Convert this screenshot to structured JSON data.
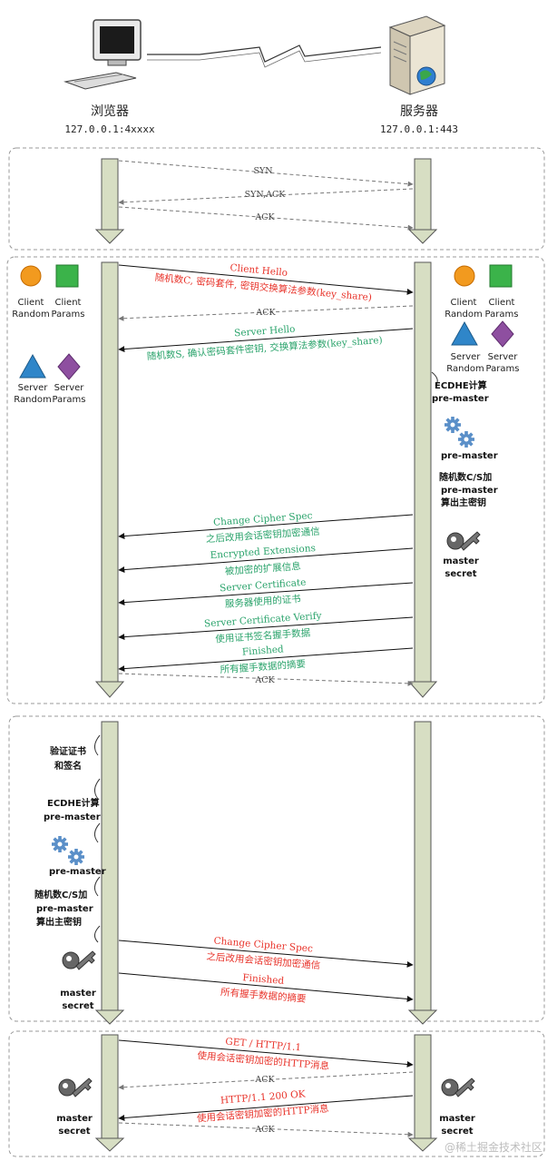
{
  "header": {
    "browser_label": "浏览器",
    "browser_addr": "127.0.0.1:4xxxx",
    "server_label": "服务器",
    "server_addr": "127.0.0.1:443"
  },
  "tcp": {
    "syn": "SYN",
    "synack": "SYN,ACK",
    "ack": "ACK"
  },
  "tls_server": {
    "client_random": "Client",
    "client_random2": "Random",
    "client_params": "Client",
    "client_params2": "Params",
    "server_random": "Server",
    "server_random2": "Random",
    "server_params": "Server",
    "server_params2": "Params",
    "client_hello": "Client Hello",
    "client_hello_desc": "随机数C, 密码套件, 密钥交换算法参数(key_share)",
    "ack1": "ACK",
    "server_hello": "Server Hello",
    "server_hello_desc": "随机数S, 确认密码套件密钥, 交换算法参数(key_share)",
    "ecdhe": "ECDHE计算",
    "pre_master": "pre-master",
    "pre_master2": "pre-master",
    "derive1": "随机数C/S加",
    "derive2": "pre-master",
    "derive3": "算出主密钥",
    "master": "master",
    "secret": "secret",
    "ccs": "Change Cipher Spec",
    "ccs_desc": "之后改用会话密钥加密通信",
    "ee": "Encrypted Extensions",
    "ee_desc": "被加密的扩展信息",
    "cert": "Server Certificate",
    "cert_desc": "服务器使用的证书",
    "cv": "Server Certificate Verify",
    "cv_desc": "使用证书签名握手数据",
    "fin": "Finished",
    "fin_desc": "所有握手数据的摘要",
    "ack2": "ACK"
  },
  "tls_client": {
    "verify1": "验证证书",
    "verify2": "和签名",
    "ecdhe": "ECDHE计算",
    "pre_master": "pre-master",
    "pre_master2": "pre-master",
    "derive1": "随机数C/S加",
    "derive2": "pre-master",
    "derive3": "算出主密钥",
    "master": "master",
    "secret": "secret",
    "ccs": "Change Cipher Spec",
    "ccs_desc": "之后改用会话密钥加密通信",
    "fin": "Finished",
    "fin_desc": "所有握手数据的摘要"
  },
  "http": {
    "c_master": "master",
    "c_secret": "secret",
    "s_master": "master",
    "s_secret": "secret",
    "get": "GET / HTTP/1.1",
    "get_desc": "使用会话密钥加密的HTTP消息",
    "ack1": "ACK",
    "resp": "HTTP/1.1 200 OK",
    "resp_desc": "使用会话密钥加密的HTTP消息",
    "ack2": "ACK"
  },
  "watermark": "@稀土掘金技术社区",
  "colors": {
    "red": "#e8332a",
    "green": "#2aa36b",
    "lifeline": "#d7dec3",
    "panel_border": "#9a9a9a",
    "orange": "#f29a1f",
    "green_square": "#3bb34a",
    "blue_triangle": "#2f86c9",
    "purple_diamond": "#8e4fa0"
  },
  "icons": [
    "computer-icon",
    "server-icon",
    "lightning-link-icon",
    "gear-icon",
    "key-icon"
  ]
}
